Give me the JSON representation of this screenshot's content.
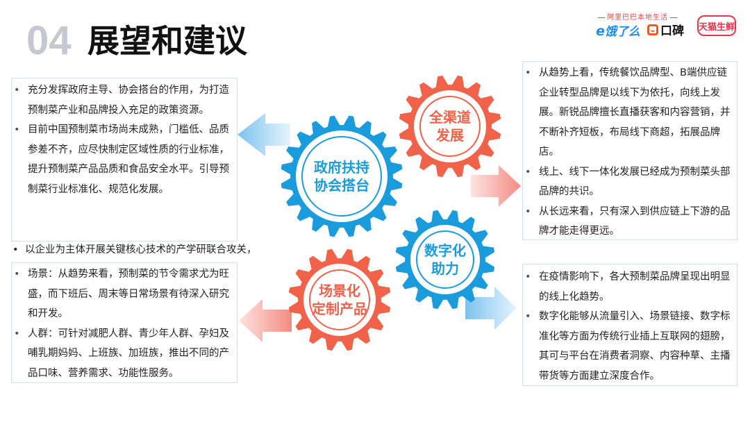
{
  "header": {
    "number": "04",
    "title": "展望和建议"
  },
  "logos": {
    "tagline": "阿里巴巴本地生活",
    "eleme": "饿了么",
    "koubei": "口碑",
    "tmall": "天猫生鲜"
  },
  "gears": {
    "gov": {
      "line1": "政府扶持",
      "line2": "协会搭台",
      "color": "#1a9bdc"
    },
    "channel": {
      "line1": "全渠道",
      "line2": "发展",
      "color": "#f0624a"
    },
    "scene": {
      "line1": "场景化",
      "line2": "定制产品",
      "color": "#f0624a"
    },
    "digital": {
      "line1": "数字化",
      "line2": "助力",
      "color": "#1a9bdc"
    }
  },
  "left_top": {
    "items": [
      "充分发挥政府主导、协会搭台的作用，为打造预制菜产业和品牌投入充足的政策资源。",
      "目前中国预制菜市场尚未成熟，门槛低、品质参差不齐，应尽快制定区域性质的行业标准，提升预制菜产品品质和食品安全水平。引导预制菜行业标准化、规范化发展。"
    ],
    "stray": "以企业为主体开展关键核心技术的产学研联合攻关，助力建设当地预制菜产业高地。"
  },
  "left_bottom": {
    "items": [
      "场景：从趋势来看，预制菜的节令需求尤为旺盛，而下班后、周末等日常场景有待深入研究和开发。",
      "人群：可针对减肥人群、青少年人群、孕妇及哺乳期妈妈、上班族、加班族，推出不同的产品口味、营养需求、功能性服务。"
    ]
  },
  "right_top": {
    "items": [
      "从趋势上看，传统餐饮品牌型、B端供应链企业转型品牌是以线下为依托，向线上发展。新锐品牌擅长直播获客和内容营销，并不断补齐短板，布局线下商超，拓展品牌店。",
      "线上、线下一体化发展已经成为预制菜头部品牌的共识。",
      "从长远来看，只有深入到供应链上下游的品牌才能走得更远。"
    ]
  },
  "right_bottom": {
    "items": [
      "在疫情影响下，各大预制菜品牌呈现出明显的线上化趋势。",
      "数字化能够从流量引入、场景链接、数字标准化等方面为传统行业插上互联网的翅膀，其可与平台在消费者洞察、内容种草、主播带货等方面建立深度合作。"
    ]
  }
}
